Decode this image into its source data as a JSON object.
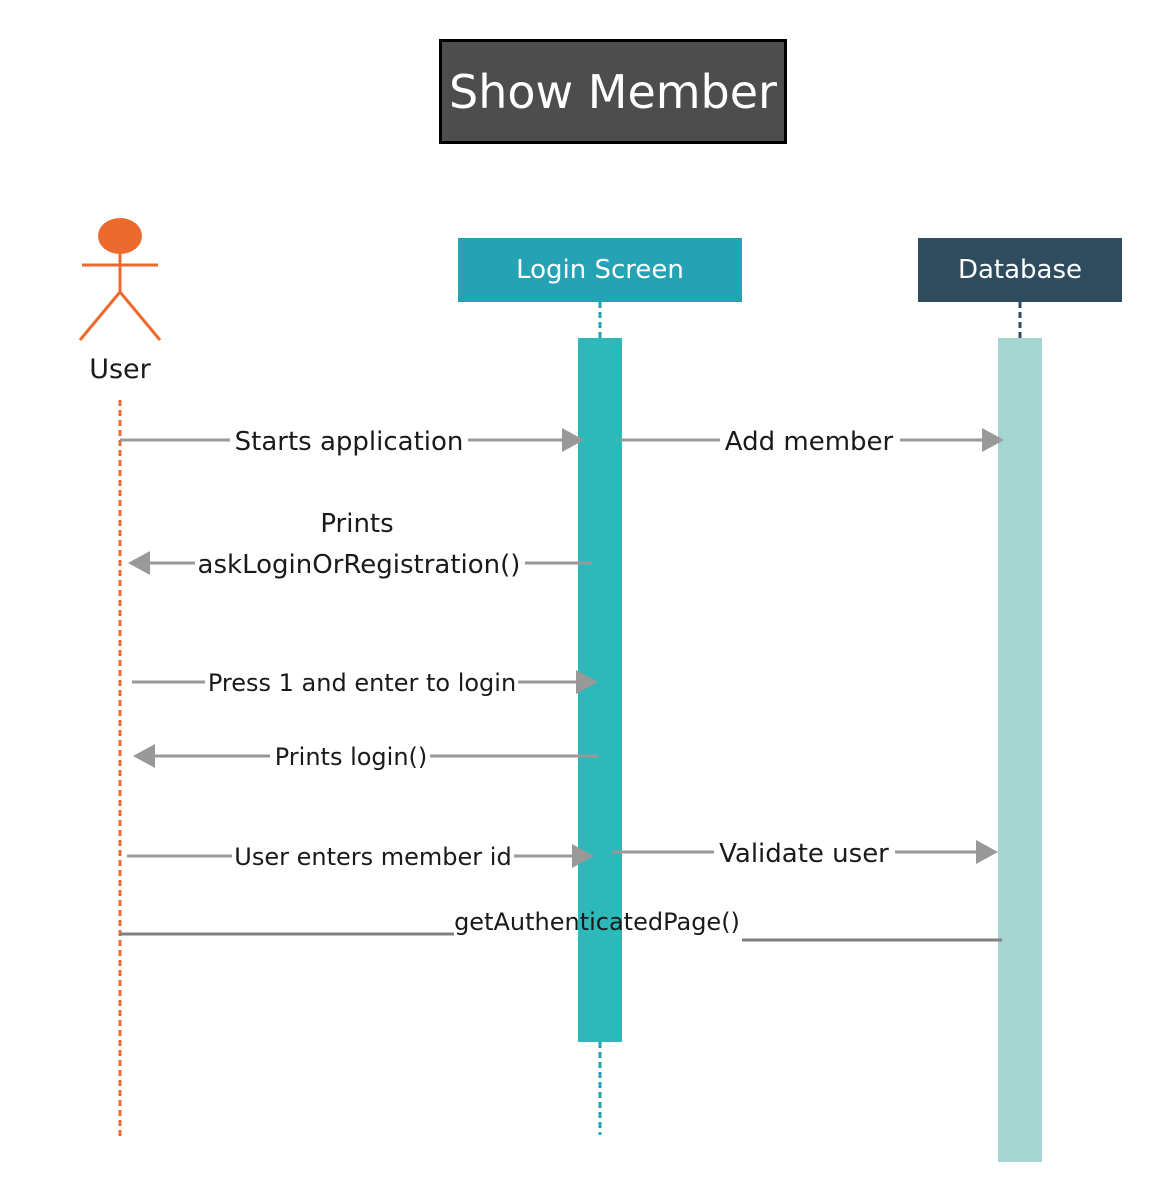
{
  "title": "Show Member",
  "participants": {
    "user": {
      "label": "User",
      "color": "#ec6a30"
    },
    "login": {
      "label": "Login Screen",
      "header_color": "#25a3b5",
      "activation_color": "#2db8ba"
    },
    "database": {
      "label": "Database",
      "header_color": "#2f4c5e",
      "activation_color": "#a7d6d2"
    }
  },
  "messages": [
    {
      "from": "user",
      "to": "login",
      "label": "Starts application"
    },
    {
      "from": "login",
      "to": "database",
      "label": "Add member"
    },
    {
      "from": "login",
      "to": "user",
      "label_line1": "Prints",
      "label_line2": "askLoginOrRegistration()"
    },
    {
      "from": "user",
      "to": "login",
      "label": "Press 1 and enter to login"
    },
    {
      "from": "login",
      "to": "user",
      "label": "Prints login()"
    },
    {
      "from": "user",
      "to": "login",
      "label": "User enters member id"
    },
    {
      "from": "login",
      "to": "database",
      "label": "Validate user"
    },
    {
      "from": "database",
      "to": "user",
      "label": "getAuthenticatedPage()"
    }
  ],
  "arrow_color": "#999999"
}
